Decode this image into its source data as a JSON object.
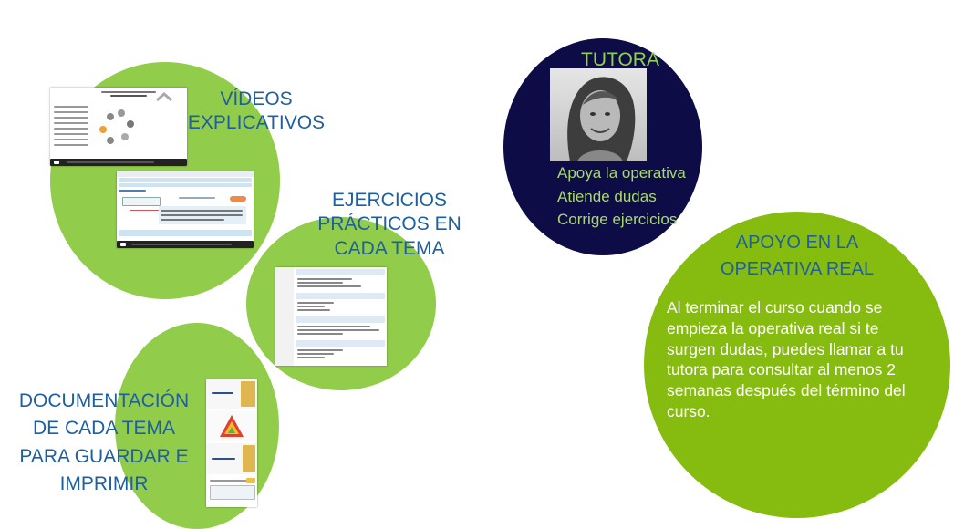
{
  "colors": {
    "light_green": "#92cc4b",
    "dark_green": "#86bc10",
    "navy": "#0d0c46",
    "blue_text": "#1f5f9e",
    "tutor_title": "#8fd14f",
    "tutor_text": "#a9d96b"
  },
  "videos": {
    "title_lines": [
      "VÍDEOS",
      "EXPLICATIVOS"
    ]
  },
  "exercises": {
    "title_lines": [
      "EJERCICIOS",
      "PRÁCTICOS EN",
      "CADA TEMA"
    ]
  },
  "documentation": {
    "title_lines": [
      "DOCUMENTACIÓN",
      "DE CADA TEMA",
      "PARA GUARDAR E",
      "IMPRIMIR"
    ]
  },
  "tutor": {
    "title": "TUTORA",
    "roles": [
      "Apoya la operativa",
      "Atiende dudas",
      "Corrige ejercicios"
    ]
  },
  "support": {
    "title_lines": [
      "APOYO EN LA",
      "OPERATIVA REAL"
    ],
    "body": "Al terminar el curso cuando se empieza la operativa real si te surgen dudas, puedes llamar a tu tutora para consultar al menos 2 semanas después del término del curso."
  }
}
